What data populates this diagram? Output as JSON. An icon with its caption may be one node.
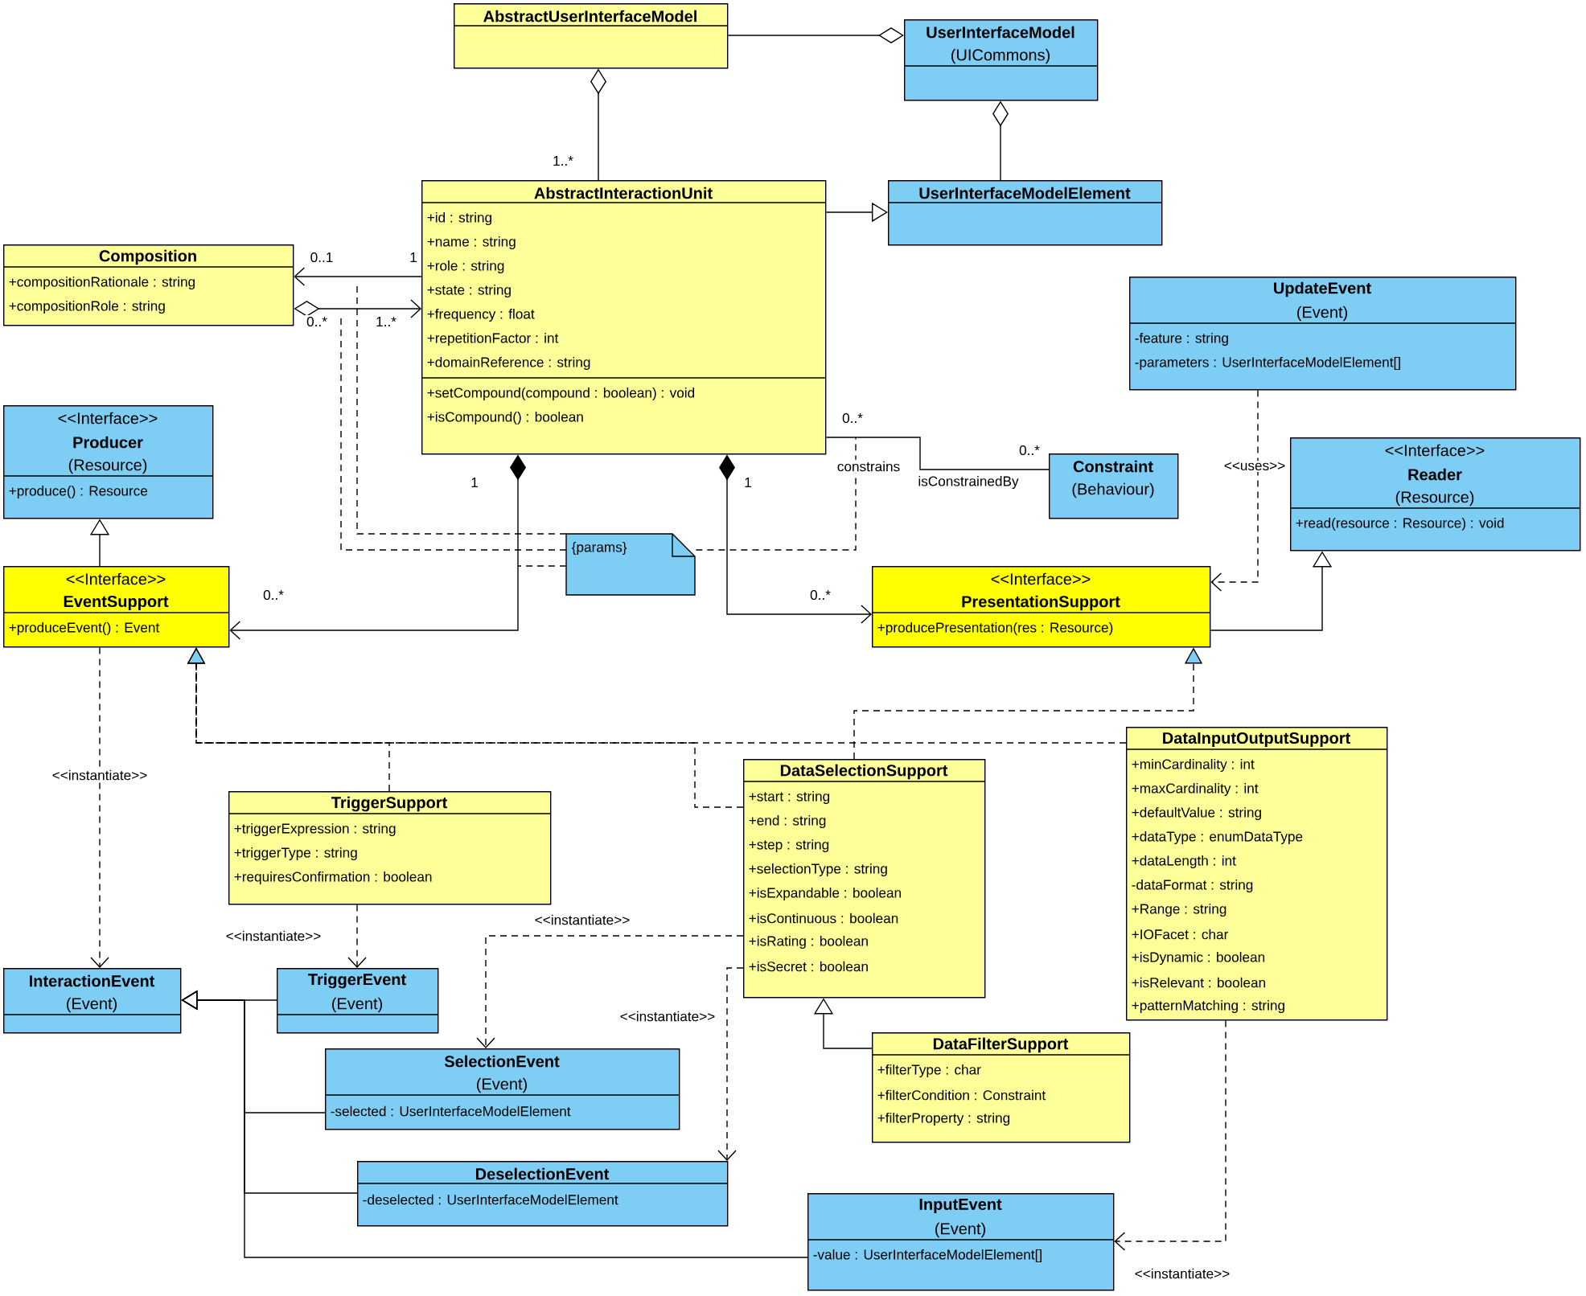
{
  "diagram": {
    "nodes": [
      {
        "text": [
          "AbstractUserInterfaceModel"
        ]
      },
      {
        "text": [
          "UserInterfaceModel",
          "(UICommons)"
        ]
      },
      {
        "text": [
          "AbstractInteractionUnit",
          "+id : string",
          "+name : string",
          "+role : string",
          "+state : string",
          "+frequency : float",
          "+repetitionFactor : int",
          "+domainReference : string",
          "+setCompound(compound : boolean) : void",
          "+isCompound() : boolean"
        ]
      },
      {
        "text": [
          "UserInterfaceModelElement"
        ]
      },
      {
        "text": [
          "Composition",
          "+compositionRationale : string",
          "+compositionRole : string"
        ]
      },
      {
        "text": [
          "UpdateEvent",
          "(Event)",
          "-feature : string",
          "-parameters : UserInterfaceModelElement[]"
        ]
      },
      {
        "text": [
          "<<Interface>>",
          "Producer",
          "(Resource)",
          "+produce() : Resource"
        ]
      },
      {
        "text": [
          "Constraint",
          "(Behaviour)"
        ]
      },
      {
        "text": [
          "<<Interface>>",
          "Reader",
          "(Resource)",
          "+read(resource : Resource) : void"
        ]
      },
      {
        "text": [
          "{params}"
        ]
      },
      {
        "text": [
          "<<Interface>>",
          "EventSupport",
          "+produceEvent() : Event"
        ]
      },
      {
        "text": [
          "<<Interface>>",
          "PresentationSupport",
          "+producePresentation(res : Resource)"
        ]
      },
      {
        "text": [
          "DataInputOutputSupport",
          "+minCardinality : int",
          "+maxCardinality : int",
          "+defaultValue : string",
          "+dataType : enumDataType",
          "+dataLength : int",
          "-dataFormat : string",
          "+Range : string",
          "+IOFacet : char",
          "+isDynamic : boolean",
          "+isRelevant : boolean",
          "+patternMatching : string"
        ]
      },
      {
        "text": [
          "DataSelectionSupport",
          "+start : string",
          "+end : string",
          "+step : string",
          "+selectionType : string",
          "+isExpandable : boolean",
          "+isContinuous : boolean",
          "+isRating : boolean",
          "+isSecret : boolean"
        ]
      },
      {
        "text": [
          "TriggerSupport",
          "+triggerExpression : string",
          "+triggerType : string",
          "+requiresConfirmation : boolean"
        ]
      },
      {
        "text": [
          "InteractionEvent",
          "(Event)"
        ]
      },
      {
        "text": [
          "TriggerEvent",
          "(Event)"
        ]
      },
      {
        "text": [
          "SelectionEvent",
          "(Event)",
          "-selected : UserInterfaceModelElement"
        ]
      },
      {
        "text": [
          "DataFilterSupport",
          "+filterType : char",
          "+filterCondition : Constraint",
          "+filterProperty : string"
        ]
      },
      {
        "text": [
          "DeselectionEvent",
          "-deselected : UserInterfaceModelElement"
        ]
      },
      {
        "text": [
          "InputEvent",
          "(Event)",
          "-value : UserInterfaceModelElement[]"
        ]
      }
    ],
    "edges": [
      {
        "from": 1,
        "to": 0,
        "arrow": "other"
      },
      {
        "from": 0,
        "to": 2,
        "arrow": "other"
      },
      {
        "from": 1,
        "to": 3,
        "arrow": "other"
      },
      {
        "from": 2,
        "to": 3,
        "arrow": "to"
      },
      {
        "from": 2,
        "to": 4,
        "arrow": "to"
      },
      {
        "from": 4,
        "to": 2,
        "arrow": "to"
      },
      {
        "from": 2,
        "to": 7,
        "arrow": "none"
      },
      {
        "from": 2,
        "to": 10,
        "arrow": "to"
      },
      {
        "from": 2,
        "to": 11,
        "arrow": "to"
      },
      {
        "from": 10,
        "to": 6,
        "arrow": "to"
      },
      {
        "from": 11,
        "to": 8,
        "arrow": "to"
      },
      {
        "from": 5,
        "to": 11,
        "arrow": "to",
        "style": "dashed",
        "label": "<<uses>>"
      },
      {
        "from": 14,
        "to": 10,
        "arrow": "to",
        "style": "dashed"
      },
      {
        "from": 13,
        "to": 10,
        "arrow": "to",
        "style": "dashed"
      },
      {
        "from": 12,
        "to": 10,
        "arrow": "to",
        "style": "dashed"
      },
      {
        "from": 13,
        "to": 11,
        "arrow": "to",
        "style": "dashed"
      },
      {
        "from": 10,
        "to": 15,
        "arrow": "to",
        "style": "dashed",
        "label": "<<instantiate>>"
      },
      {
        "from": 14,
        "to": 16,
        "arrow": "to",
        "style": "dashed",
        "label": "<<instantiate>>"
      },
      {
        "from": 13,
        "to": 17,
        "arrow": "to",
        "style": "dashed",
        "label": "<<instantiate>>"
      },
      {
        "from": 13,
        "to": 19,
        "arrow": "to",
        "style": "dashed",
        "label": "<<instantiate>>"
      },
      {
        "from": 12,
        "to": 20,
        "arrow": "to",
        "style": "dashed",
        "label": "<<instantiate>>"
      },
      {
        "from": 18,
        "to": 13,
        "arrow": "to"
      },
      {
        "from": 16,
        "to": 15,
        "arrow": "to"
      },
      {
        "from": 17,
        "to": 15,
        "arrow": "to"
      },
      {
        "from": 19,
        "to": 15,
        "arrow": "to"
      },
      {
        "from": 20,
        "to": 15,
        "arrow": "to"
      },
      {
        "from": 9,
        "to": null,
        "arrow": "none",
        "style": "dashed"
      },
      {
        "from": 9,
        "to": null,
        "arrow": "none",
        "style": "dashed"
      },
      {
        "from": 9,
        "to": null,
        "arrow": "none",
        "style": "dashed"
      },
      {
        "from": 9,
        "to": null,
        "arrow": "none",
        "style": "dashed"
      }
    ],
    "labels": [
      "1..*",
      "0..1",
      "1",
      "0..*",
      "1..*",
      "0..*",
      "0..*",
      "1",
      "1",
      "constrains",
      "isConstrainedBy",
      "0..*",
      "0..*"
    ]
  }
}
